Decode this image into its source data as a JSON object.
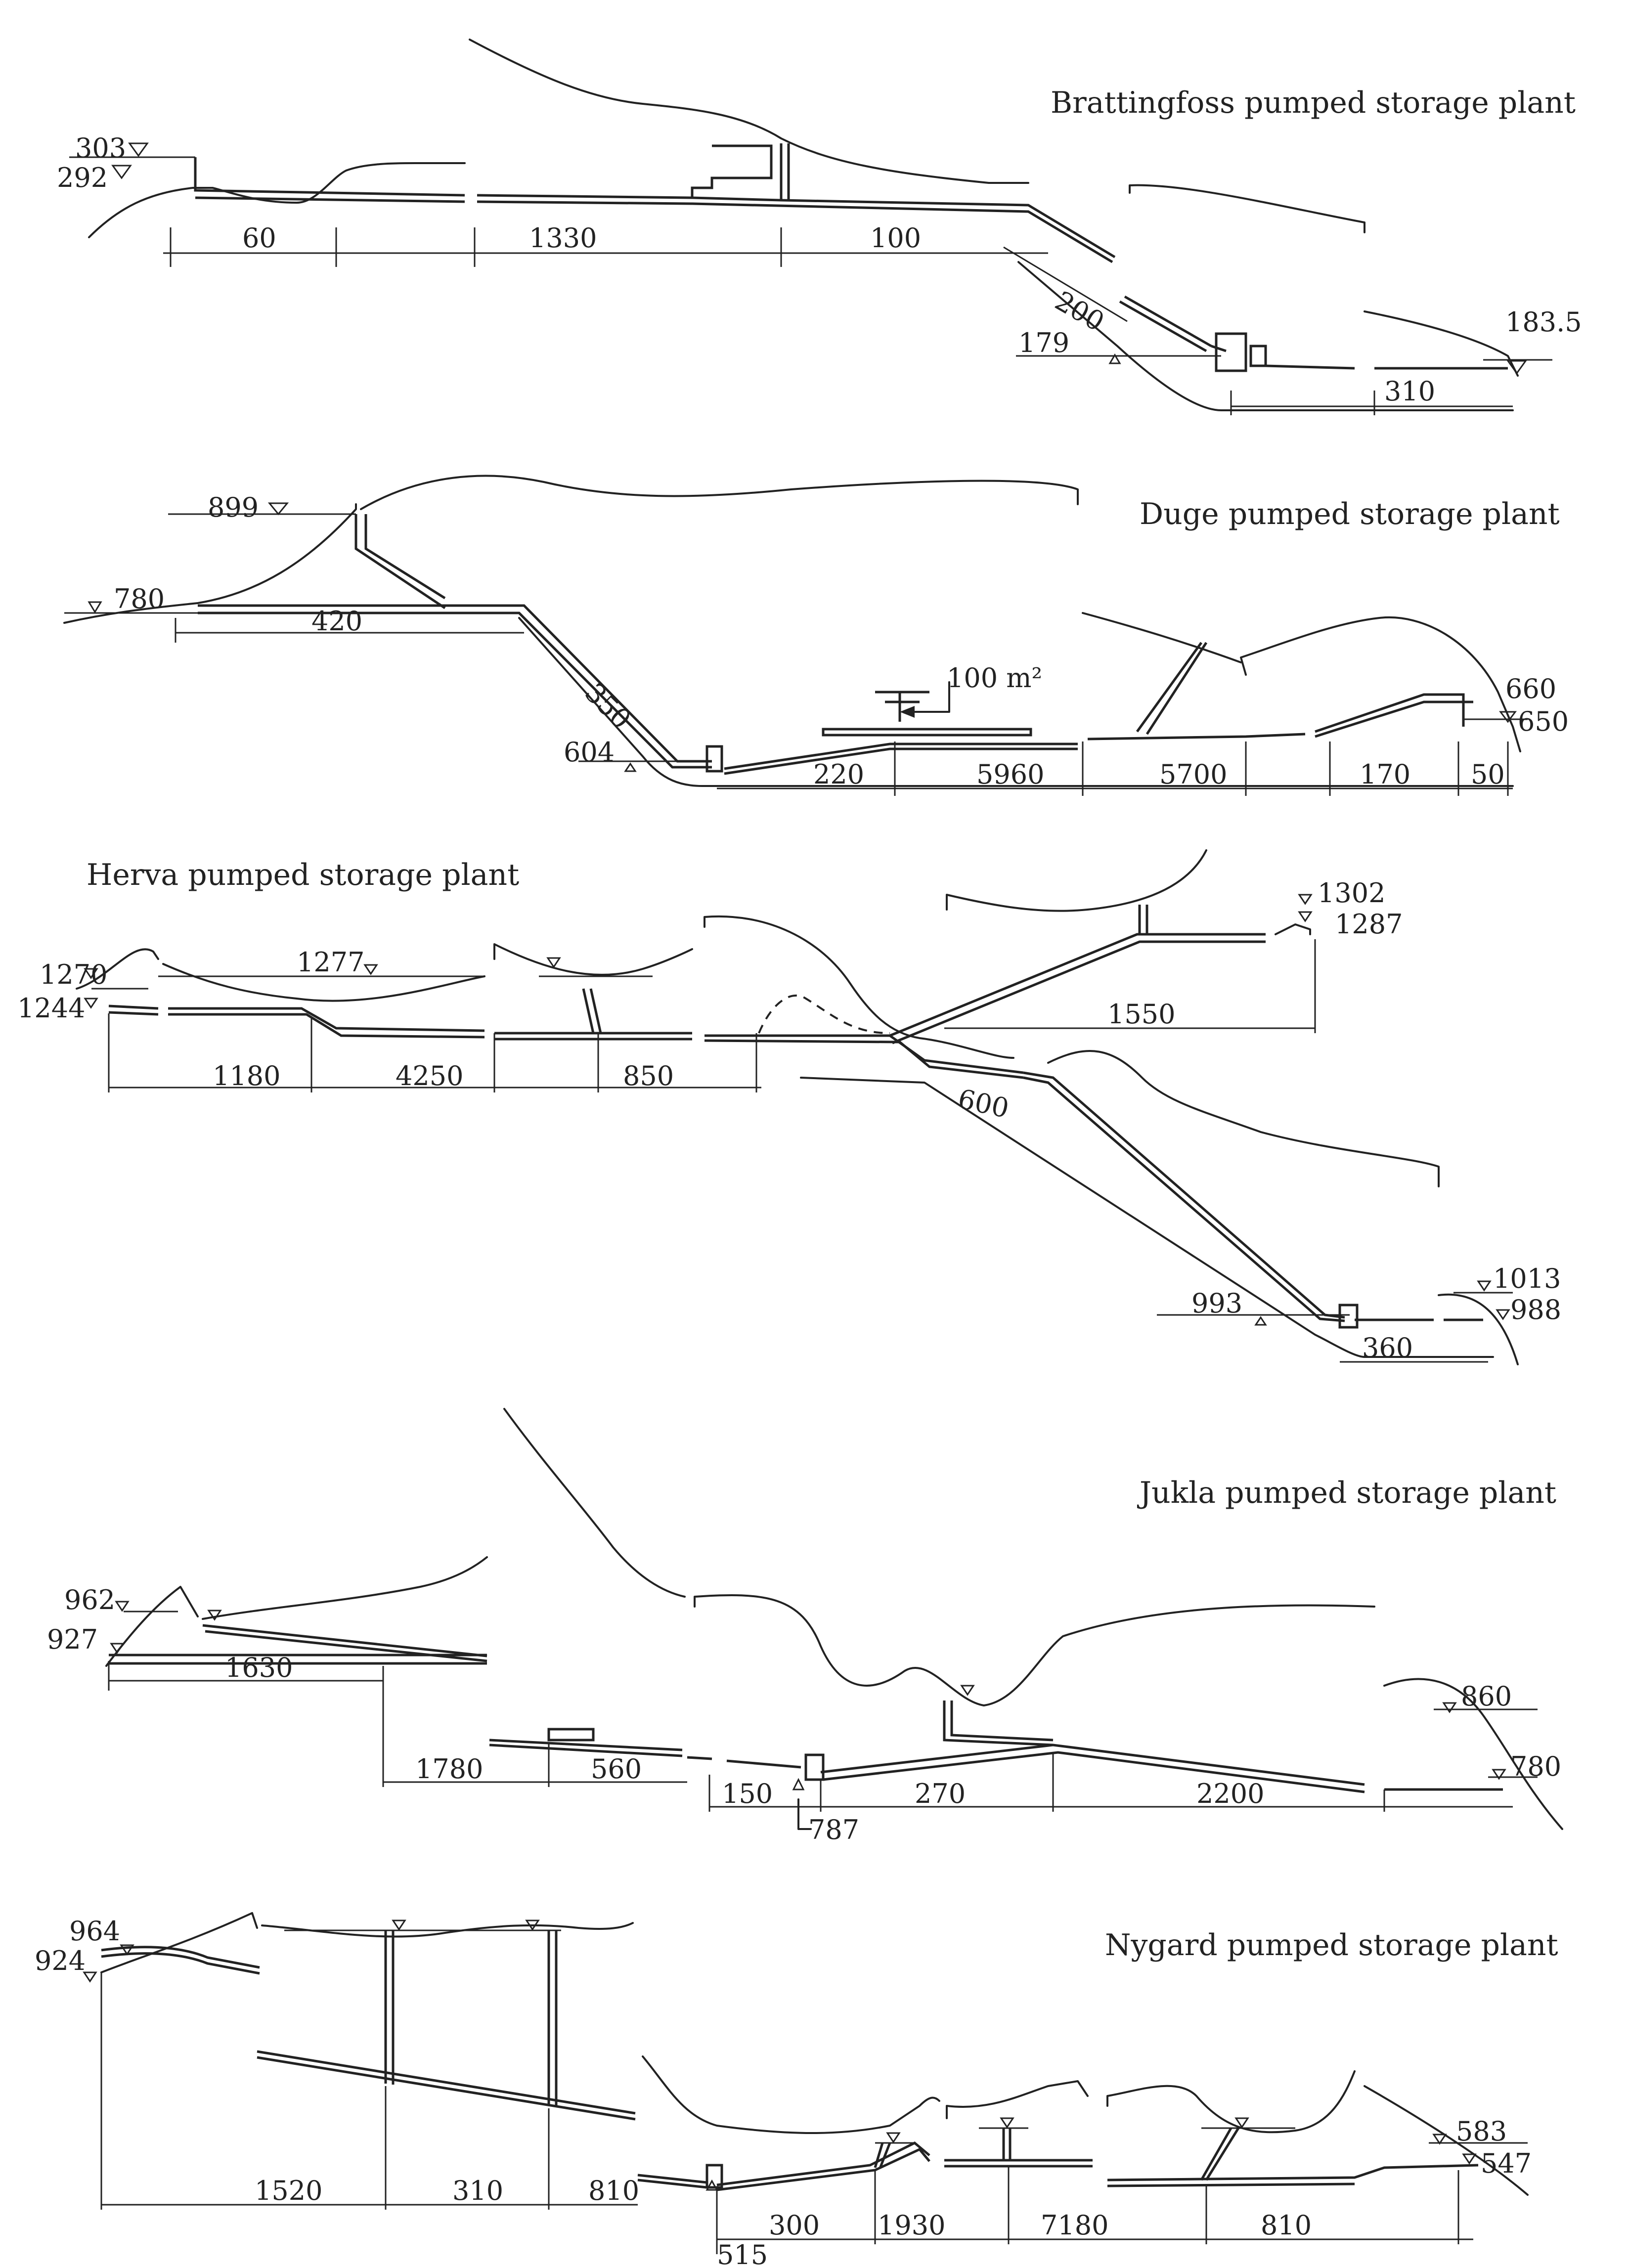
{
  "plants": [
    {
      "title": "Brattingfoss pumped storage plant",
      "levels": [
        "303",
        "292",
        "179",
        "183.5"
      ],
      "distances": [
        "60",
        "1330",
        "100",
        "200",
        "310"
      ]
    },
    {
      "title": "Duge pumped storage plant",
      "levels": [
        "899",
        "780",
        "604",
        "660",
        "650"
      ],
      "distances": [
        "420",
        "350",
        "220",
        "5960",
        "5700",
        "170",
        "50"
      ],
      "note": "100 m²"
    },
    {
      "title": "Herva pumped storage plant",
      "levels": [
        "1270",
        "1244",
        "1277",
        "1302",
        "1287",
        "993",
        "1013",
        "988"
      ],
      "distances": [
        "1180",
        "4250",
        "850",
        "1550",
        "600",
        "360"
      ]
    },
    {
      "title": "Jukla pumped storage plant",
      "levels": [
        "962",
        "927",
        "860",
        "780",
        "787"
      ],
      "distances": [
        "1630",
        "1780",
        "560",
        "150",
        "270",
        "2200"
      ]
    },
    {
      "title": "Nygard pumped storage plant",
      "levels": [
        "964",
        "924",
        "583",
        "547",
        "515"
      ],
      "distances": [
        "1520",
        "310",
        "810",
        "300",
        "1930",
        "7180",
        "810"
      ]
    }
  ]
}
